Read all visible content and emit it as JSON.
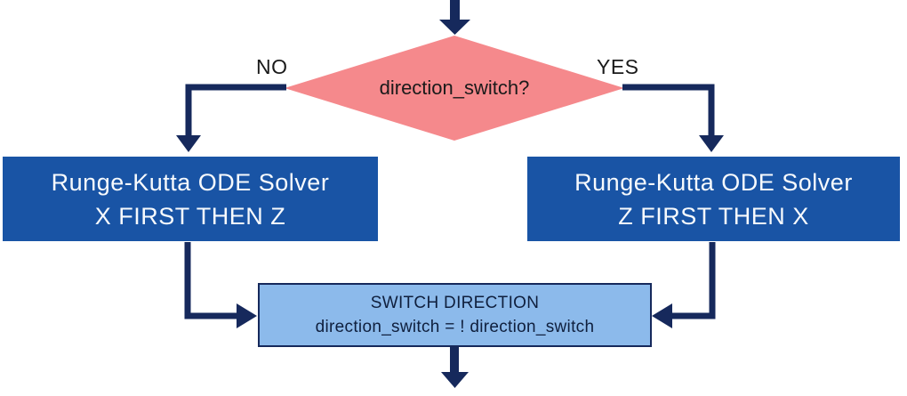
{
  "diagram": {
    "decision": {
      "label": "direction_switch?",
      "no_label": "NO",
      "yes_label": "YES"
    },
    "left_process": {
      "line1": "Runge-Kutta ODE Solver",
      "line2": "X FIRST THEN Z"
    },
    "right_process": {
      "line1": "Runge-Kutta ODE Solver",
      "line2": "Z FIRST THEN X"
    },
    "switch_step": {
      "line1": "SWITCH DIRECTION",
      "line2": "direction_switch = ! direction_switch"
    }
  },
  "colors": {
    "decision-fill": "#f5898c",
    "process-fill": "#1954a5",
    "process-text": "#f7fafd",
    "switch-fill": "#8cbaeb",
    "arrow": "#16295c",
    "label-text": "#1a1a1a",
    "switch-text": "#0f1f3d",
    "canvas-bg": "#ffffff"
  }
}
